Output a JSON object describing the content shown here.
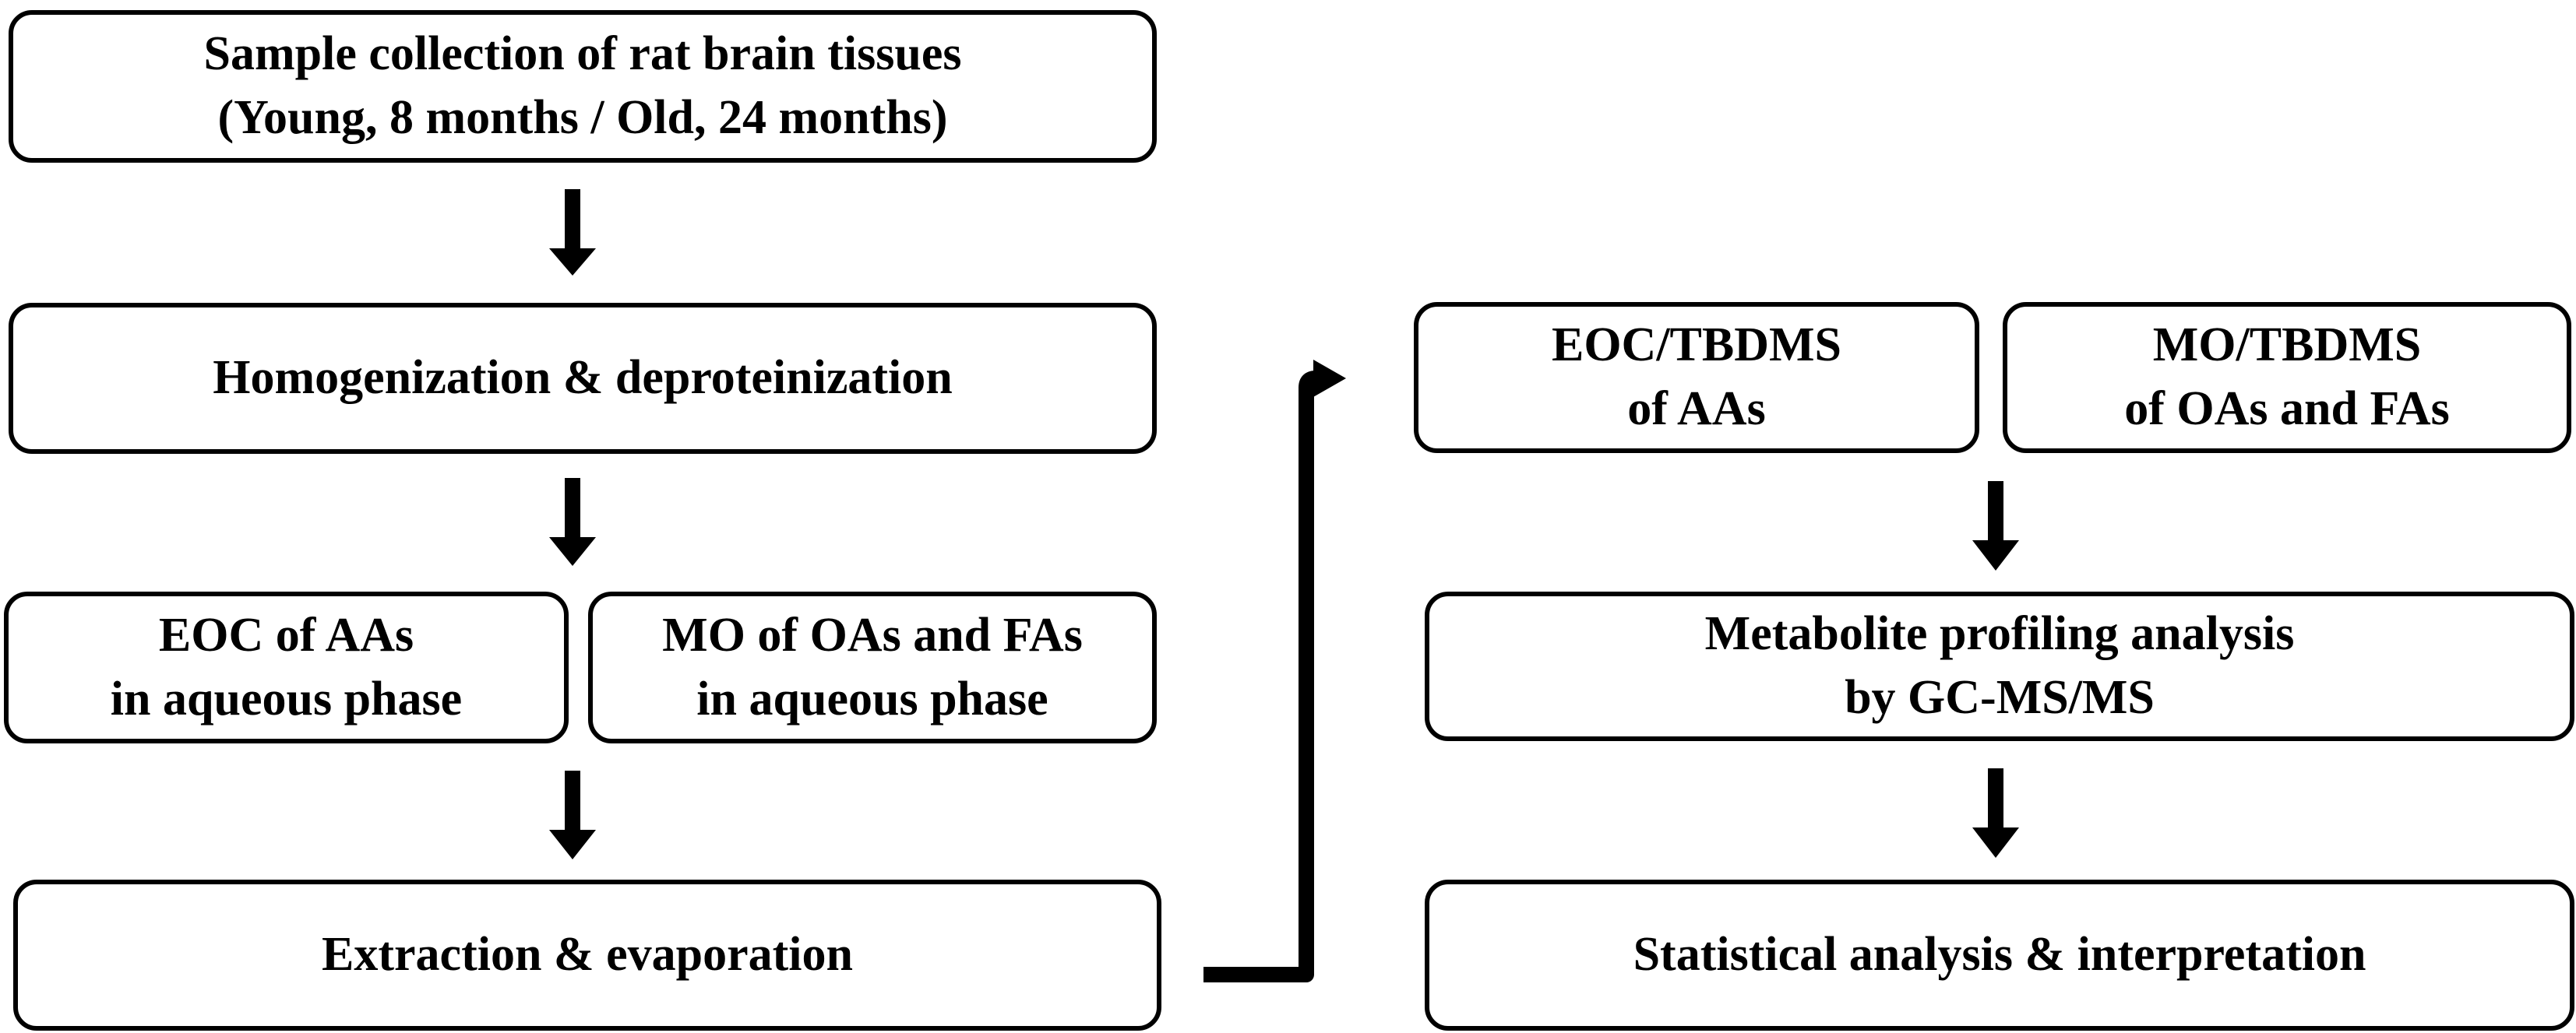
{
  "diagram": {
    "title": "",
    "colors": {
      "stroke": "#000000",
      "fill": "#ffffff",
      "text": "#000000"
    },
    "nodes": {
      "sample_collection": {
        "line1": "Sample collection of rat brain tissues",
        "line2": "(Young, 8 months / Old, 24 months)"
      },
      "homogenization": {
        "line1": "Homogenization & deproteinization"
      },
      "eoc_aas": {
        "line1": "EOC of AAs",
        "line2": "in aqueous phase"
      },
      "mo_oas_fas": {
        "line1": "MO of OAs and FAs",
        "line2": "in aqueous phase"
      },
      "extraction": {
        "line1": "Extraction & evaporation"
      },
      "eoc_tbdms": {
        "line1": "EOC/TBDMS",
        "line2": "of AAs"
      },
      "mo_tbdms": {
        "line1": "MO/TBDMS",
        "line2": "of OAs and FAs"
      },
      "profiling": {
        "line1": "Metabolite profiling analysis",
        "line2": "by GC-MS/MS"
      },
      "statistical": {
        "line1": "Statistical analysis & interpretation"
      }
    },
    "edges": [
      {
        "from": "sample_collection",
        "to": "homogenization",
        "style": "down-arrow"
      },
      {
        "from": "homogenization",
        "to": "eoc_aas+mo_oas_fas",
        "style": "down-arrow"
      },
      {
        "from": "eoc_aas+mo_oas_fas",
        "to": "extraction",
        "style": "down-arrow"
      },
      {
        "from": "extraction",
        "to": "eoc_tbdms+mo_tbdms",
        "style": "elbow-arrow"
      },
      {
        "from": "eoc_tbdms+mo_tbdms",
        "to": "profiling",
        "style": "down-arrow"
      },
      {
        "from": "profiling",
        "to": "statistical",
        "style": "down-arrow"
      }
    ]
  }
}
